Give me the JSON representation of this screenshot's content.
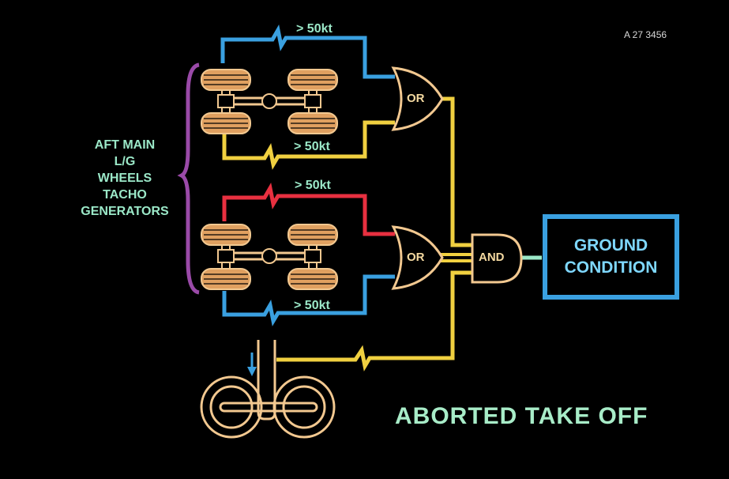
{
  "reference": "A 27 3456",
  "speed_labels": {
    "top_blue": "> 50kt",
    "top_yellow": "> 50kt",
    "bottom_red": "> 50kt",
    "bottom_blue": "> 50kt"
  },
  "side_label": [
    "AFT MAIN",
    "L/G",
    "WHEELS",
    "TACHO",
    "GENERATORS"
  ],
  "gates": {
    "or_top": "OR",
    "or_bottom": "OR",
    "and": "AND"
  },
  "output": {
    "line1": "GROUND",
    "line2": "CONDITION"
  },
  "title": "ABORTED TAKE OFF",
  "colors": {
    "blue": "#3aa0e0",
    "yellow": "#f0d040",
    "red": "#e83040",
    "wheel": "#f2c890",
    "teal": "#9be8c8",
    "purple": "#9a4aa8"
  }
}
